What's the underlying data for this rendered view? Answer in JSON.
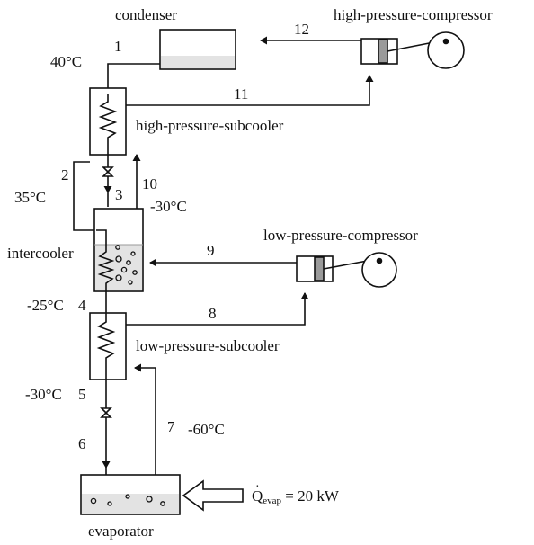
{
  "components": {
    "condenser": "condenser",
    "high_compressor": "high-pressure-compressor",
    "high_subcooler": "high-pressure-subcooler",
    "intercooler": "intercooler",
    "low_compressor": "low-pressure-compressor",
    "low_subcooler": "low-pressure-subcooler",
    "evaporator": "evaporator"
  },
  "state_points": [
    "1",
    "2",
    "3",
    "4",
    "5",
    "6",
    "7",
    "8",
    "9",
    "10",
    "11",
    "12"
  ],
  "temperatures": {
    "t1": "40°C",
    "t2": "35°C",
    "t10": "-30°C",
    "t4": "-25°C",
    "t5": "-30°C",
    "t7": "-60°C"
  },
  "heat_input": {
    "symbol": "Q",
    "subscript": "evap",
    "value": "= 20 kW"
  },
  "colors": {
    "line": "#111111",
    "liquid": "#e3e3e3",
    "piston": "#9a9a9a"
  }
}
